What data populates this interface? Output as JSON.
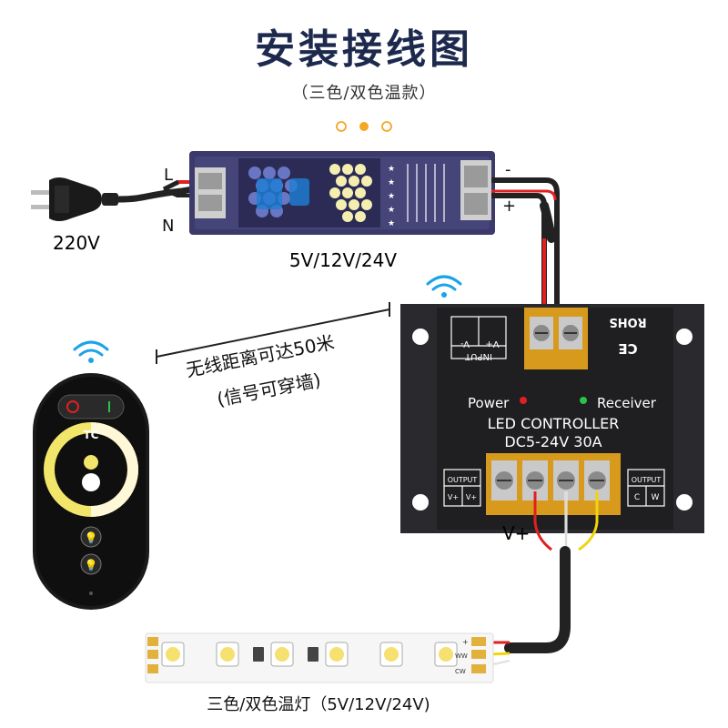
{
  "title": "安装接线图",
  "subtitle": "（三色/双色温款）",
  "power_supply": {
    "voltage_label": "5V/12V/24V",
    "terminal_l": "L",
    "terminal_n": "N",
    "terminal_minus": "-",
    "terminal_plus": "+"
  },
  "plug": {
    "voltage": "220V"
  },
  "remote": {
    "logo": "TC"
  },
  "wireless": {
    "range": "无线距离可达50米",
    "note": "(信号可穿墙)"
  },
  "controller": {
    "input_v_plus": "V+",
    "input_v_minus": "V-",
    "input_label": "INPUT",
    "rohs": "ROHS",
    "ce": "CE",
    "power": "Power",
    "receiver": "Receiver",
    "name": "LED CONTROLLER",
    "spec": "DC5-24V  30A",
    "output_label": "OUTPUT",
    "out_left": [
      "V+",
      "V+"
    ],
    "out_right": [
      "C",
      "W"
    ],
    "vplus": "V+"
  },
  "strip": {
    "label": "三色/双色温灯（5V/12V/24V)",
    "pad_plus": "+",
    "pad_ww": "WW",
    "pad_cw": "CW"
  },
  "colors": {
    "title": "#1d2a4e",
    "accent": "#f5a623",
    "wire_red": "#e02020",
    "wire_black": "#222222",
    "wire_yellow": "#f2d40a",
    "wifi": "#1aa3e8",
    "psu": "#3b3a6b",
    "controller": "#2a2a2e",
    "terminal": "#d89a1c"
  }
}
